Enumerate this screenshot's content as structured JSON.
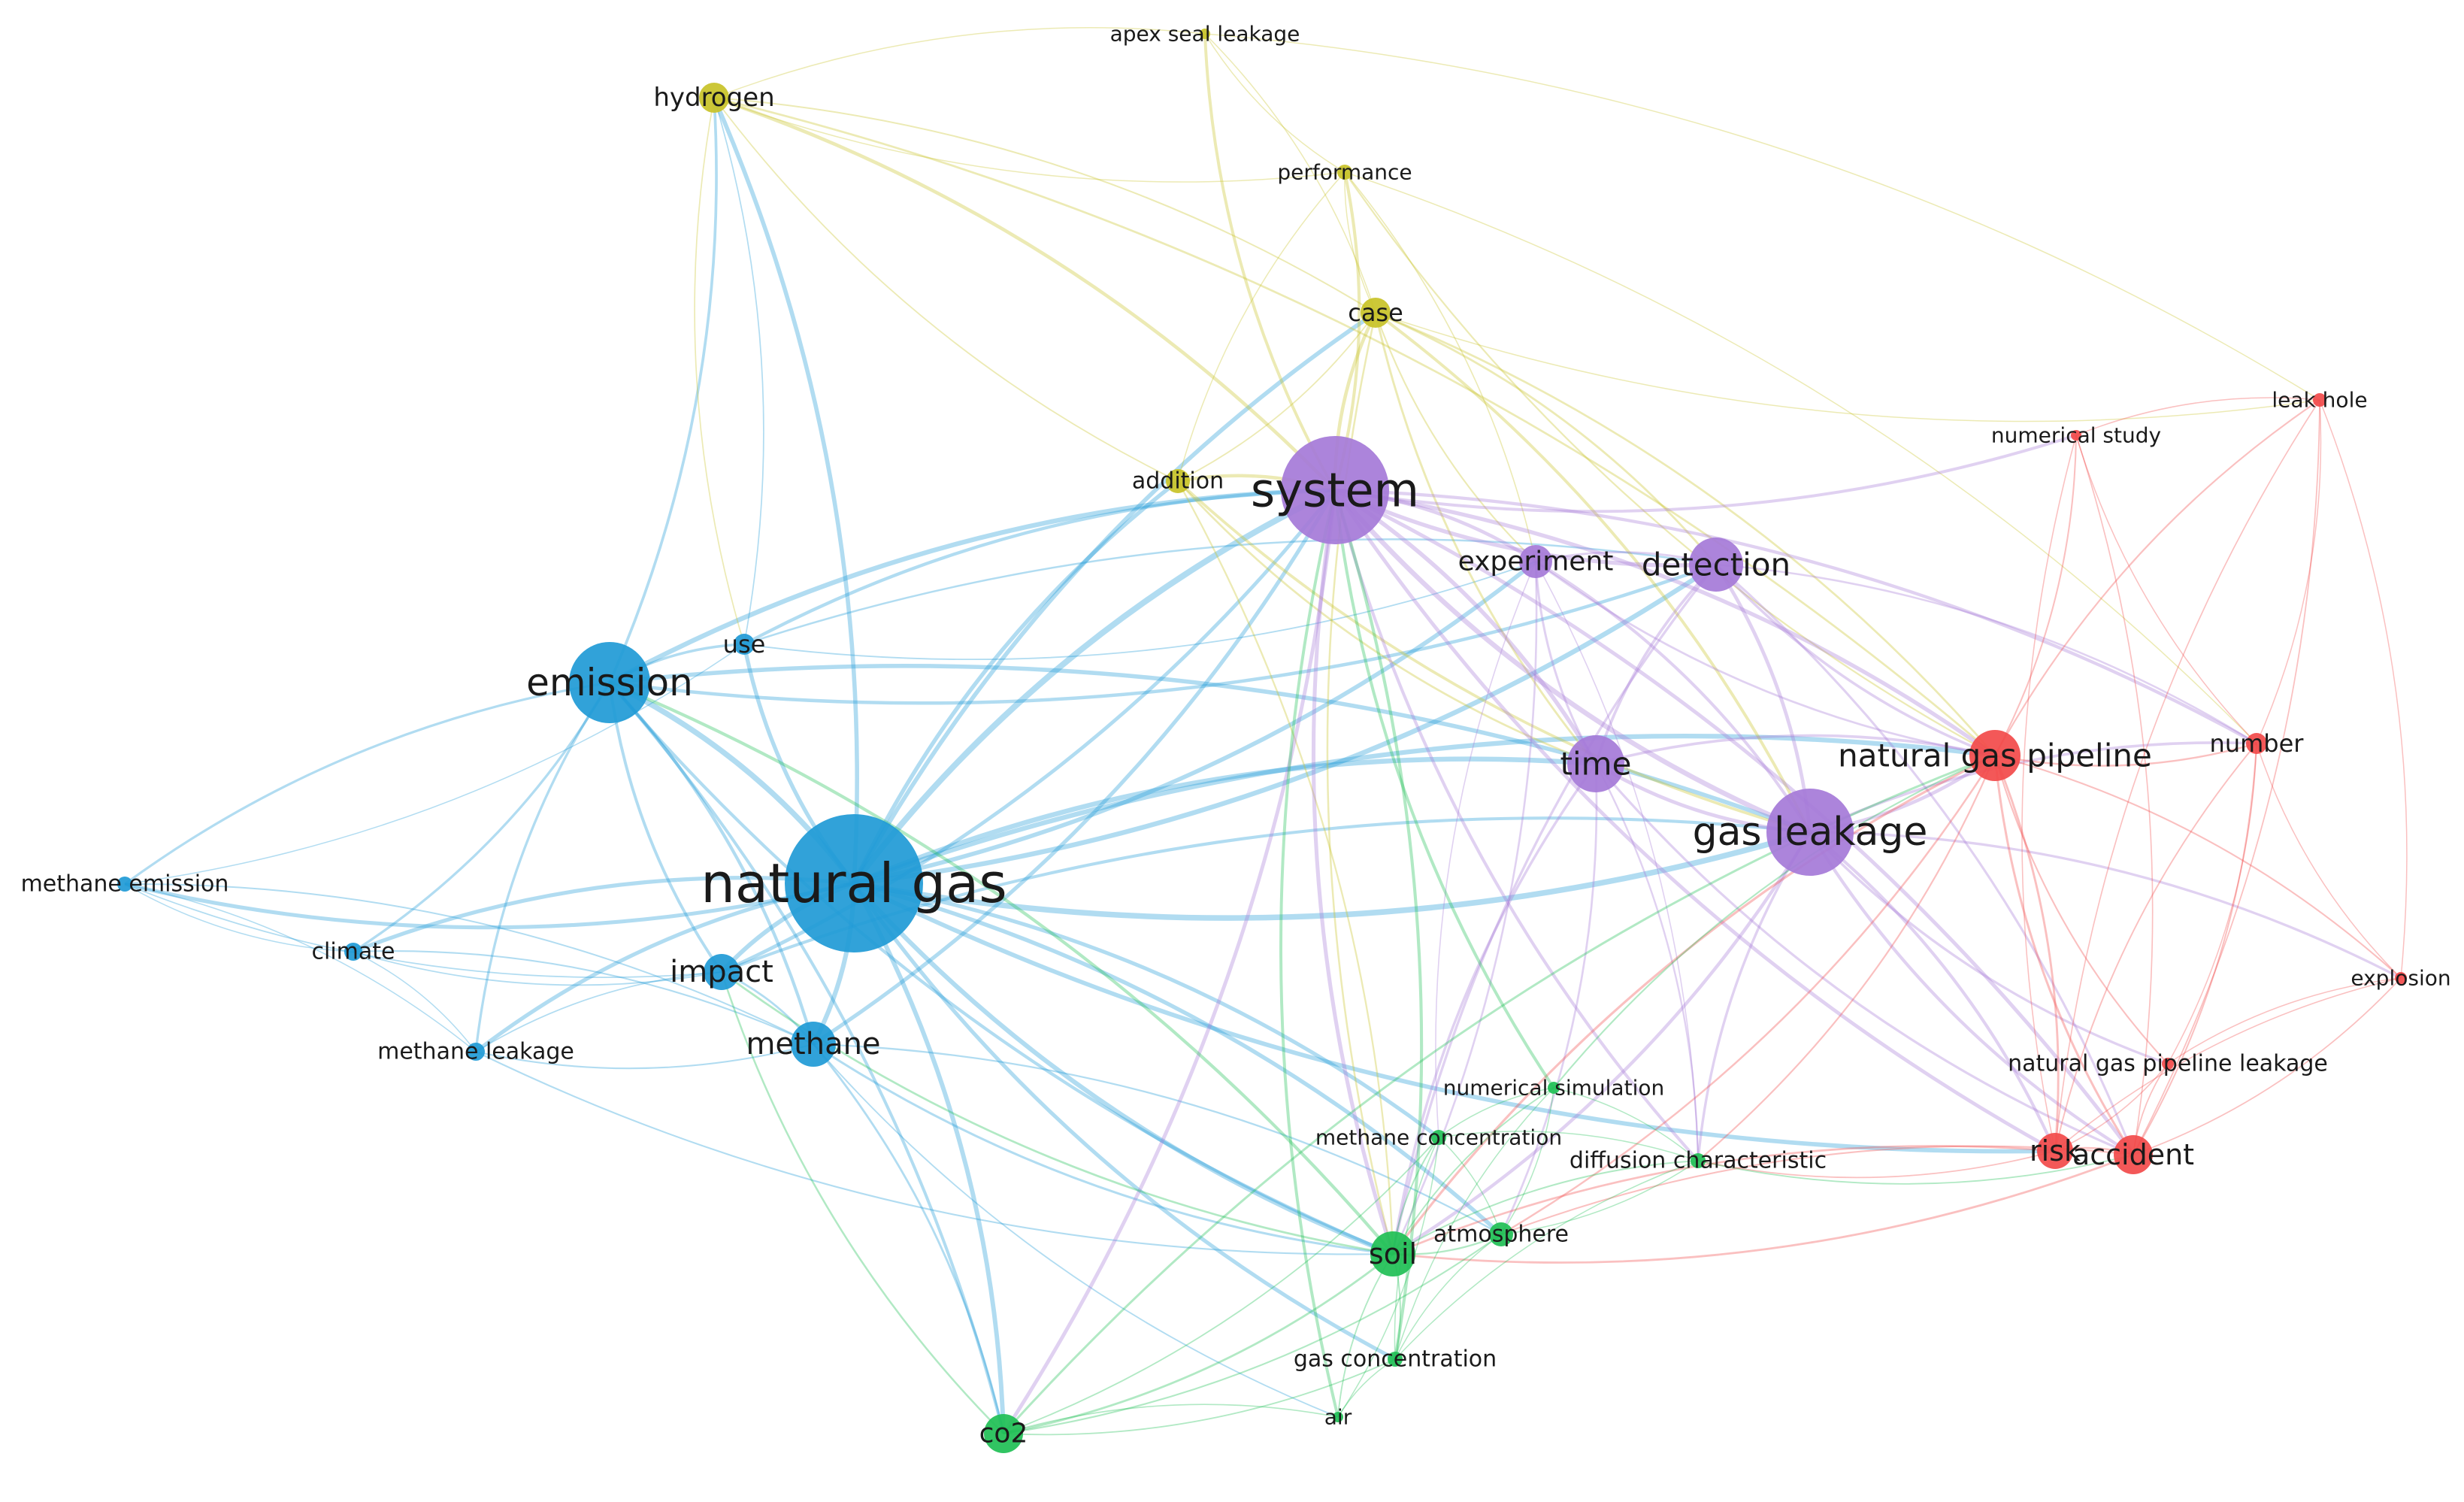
{
  "clusters": {
    "blue": {
      "color": "#1f9ad6"
    },
    "green": {
      "color": "#1fbf55"
    },
    "yellow": {
      "color": "#c8c227"
    },
    "purple": {
      "color": "#a57ad8"
    },
    "red": {
      "color": "#f24a4a"
    }
  },
  "nodes": [
    {
      "id": "natural_gas",
      "label": "natural gas",
      "cluster": "blue"
    },
    {
      "id": "emission",
      "label": "emission",
      "cluster": "blue"
    },
    {
      "id": "use",
      "label": "use",
      "cluster": "blue"
    },
    {
      "id": "impact",
      "label": "impact",
      "cluster": "blue"
    },
    {
      "id": "methane",
      "label": "methane",
      "cluster": "blue"
    },
    {
      "id": "climate",
      "label": "climate",
      "cluster": "blue"
    },
    {
      "id": "methane_emission",
      "label": "methane emission",
      "cluster": "blue"
    },
    {
      "id": "methane_leakage",
      "label": "methane leakage",
      "cluster": "blue"
    },
    {
      "id": "hydrogen",
      "label": "hydrogen",
      "cluster": "yellow"
    },
    {
      "id": "apex_seal_leakage",
      "label": "apex seal leakage",
      "cluster": "yellow"
    },
    {
      "id": "performance",
      "label": "performance",
      "cluster": "yellow"
    },
    {
      "id": "case",
      "label": "case",
      "cluster": "yellow"
    },
    {
      "id": "addition",
      "label": "addition",
      "cluster": "yellow"
    },
    {
      "id": "system",
      "label": "system",
      "cluster": "purple"
    },
    {
      "id": "experiment",
      "label": "experiment",
      "cluster": "purple"
    },
    {
      "id": "detection",
      "label": "detection",
      "cluster": "purple"
    },
    {
      "id": "time",
      "label": "time",
      "cluster": "purple"
    },
    {
      "id": "gas_leakage",
      "label": "gas leakage",
      "cluster": "purple"
    },
    {
      "id": "natural_gas_pipeline",
      "label": "natural gas pipeline",
      "cluster": "red"
    },
    {
      "id": "number",
      "label": "number",
      "cluster": "red"
    },
    {
      "id": "leak_hole",
      "label": "leak hole",
      "cluster": "red"
    },
    {
      "id": "numerical_study",
      "label": "numerical study",
      "cluster": "red"
    },
    {
      "id": "explosion",
      "label": "explosion",
      "cluster": "red"
    },
    {
      "id": "natural_gas_pipeline_leakage",
      "label": "natural gas pipeline leakage",
      "cluster": "red"
    },
    {
      "id": "risk",
      "label": "risk",
      "cluster": "red"
    },
    {
      "id": "accident",
      "label": "accident",
      "cluster": "red"
    },
    {
      "id": "numerical_simulation",
      "label": "numerical simulation",
      "cluster": "green"
    },
    {
      "id": "methane_concentration",
      "label": "methane concentration",
      "cluster": "green"
    },
    {
      "id": "diffusion_characteristic",
      "label": "diffusion characteristic",
      "cluster": "green"
    },
    {
      "id": "atmosphere",
      "label": "atmosphere",
      "cluster": "green"
    },
    {
      "id": "soil",
      "label": "soil",
      "cluster": "green"
    },
    {
      "id": "gas_concentration",
      "label": "gas concentration",
      "cluster": "green"
    },
    {
      "id": "air",
      "label": "air",
      "cluster": "green"
    },
    {
      "id": "co2",
      "label": "co2",
      "cluster": "green"
    }
  ]
}
